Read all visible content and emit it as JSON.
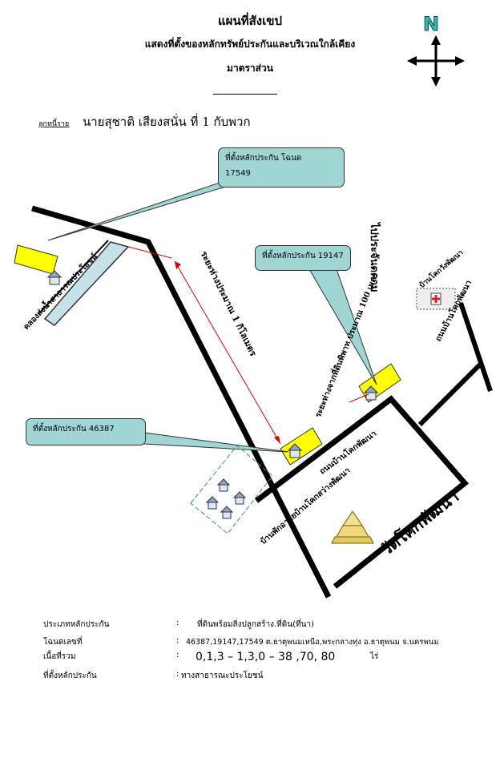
{
  "header": {
    "title": "แผนที่สังเขป",
    "subtitle": "แสดงที่ตั้งของหลักทรัพย์ประกันและบริเวณใกล้เคียง",
    "scale": "มาตราส่วน"
  },
  "debtor": {
    "label": "ลูกหนี้ราย",
    "name": "นายสุชาติ  เสียงสนั่น  ที่ 1   กับพวก"
  },
  "compass": {
    "north": "N"
  },
  "callouts": {
    "c17549": {
      "line1": "ที่ตั้งหลักประกัน  โฉนด",
      "line2": "17549"
    },
    "c19147": "ที่ตั้งหลักประกัน 19147",
    "c46387": "ที่ตั้งหลักประกัน 46387"
  },
  "map_labels": {
    "to_phon": "ไปประจันตคาม",
    "canal": "คลองส่งน้ำสาธารณประโยชน์",
    "dist_1km": "ระยะห่างประมาณ 1 กิโลเมตร",
    "dist_100m": "ระยะห่างจากที่ดินพิพาท ประมาณ 100 เมตร",
    "road_ban_kok": "ถนนบ้านโคกพัฒนา",
    "market": "บ้านโคกวังพัฒนา",
    "road_kok": "ถนนบ้านโคกพัฒนา",
    "community": "บ้านพักอาศัยบ้านโคกสว่างพัฒนา",
    "temple": "วัดโคกพัฒนา"
  },
  "info": {
    "type_label": "ประเภทหลักประกัน",
    "type_value": "ที่ดินพร้อมสิ่งปลูกสร้าง.ที่ดิน(ที่นา)",
    "deed_label": "โฉนดเลขที่",
    "deed_value": "46387,19147,17549    ต.ธาตุพนมเหนือ,พระกลางทุ่ง  อ.ธาตุพนม  จ.นครพนม",
    "area_label": "เนื้อที่รวม",
    "area_value": "0,1,3 – 1,3,0 – 38 ,70, 80",
    "area_unit": "ไร่",
    "loc_label": "ที่ตั้งหลักประกัน",
    "loc_value": "ทางสาธารณะประโยชน์",
    "colon": ":"
  },
  "colors": {
    "callout": "#9fd6d3",
    "plot": "#ffff00",
    "canal": "#c6e2e8",
    "temple": "#e6c85a"
  }
}
